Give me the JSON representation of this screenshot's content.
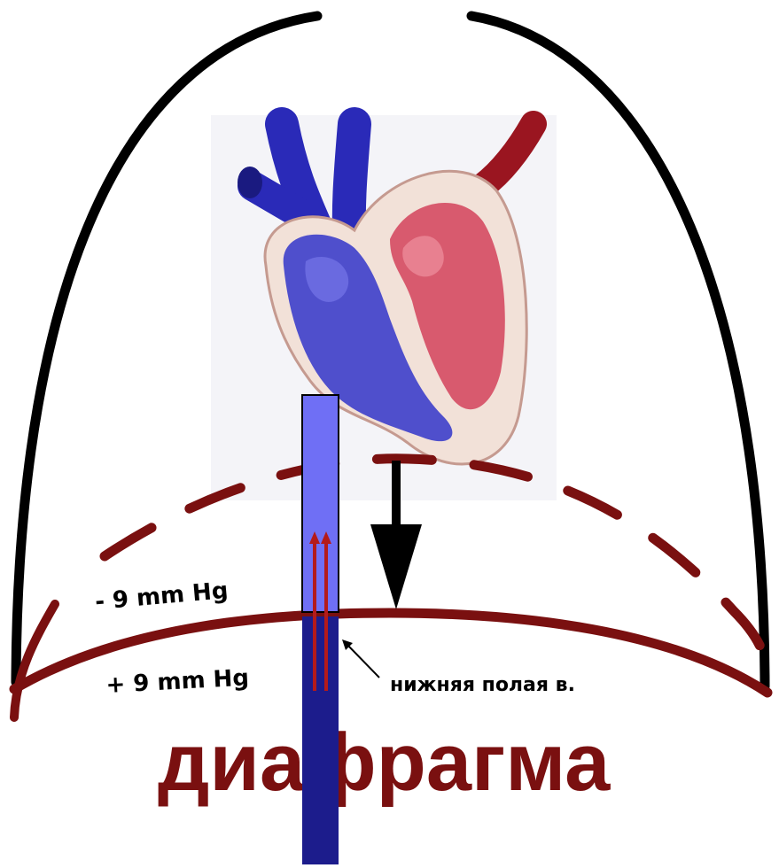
{
  "labels": {
    "pressure_above": "- 9 mm Hg",
    "pressure_below": "+ 9 mm Hg",
    "vein": "нижняя полая в.",
    "diaphragm": "диафрагма"
  },
  "colors": {
    "outline": "#000000",
    "diaphragm": "#7a1010",
    "vein_light": "#6f6ff5",
    "vein_dark": "#1c1c8c",
    "heart_blue": "#4f4fcc",
    "heart_red": "#d85a6e",
    "artery_red": "#9a1520",
    "flow_arrow": "#b41a1a"
  },
  "icons": [
    "heart-icon",
    "down-arrow-icon",
    "flow-arrows-icon",
    "pointer-arrow-icon"
  ]
}
